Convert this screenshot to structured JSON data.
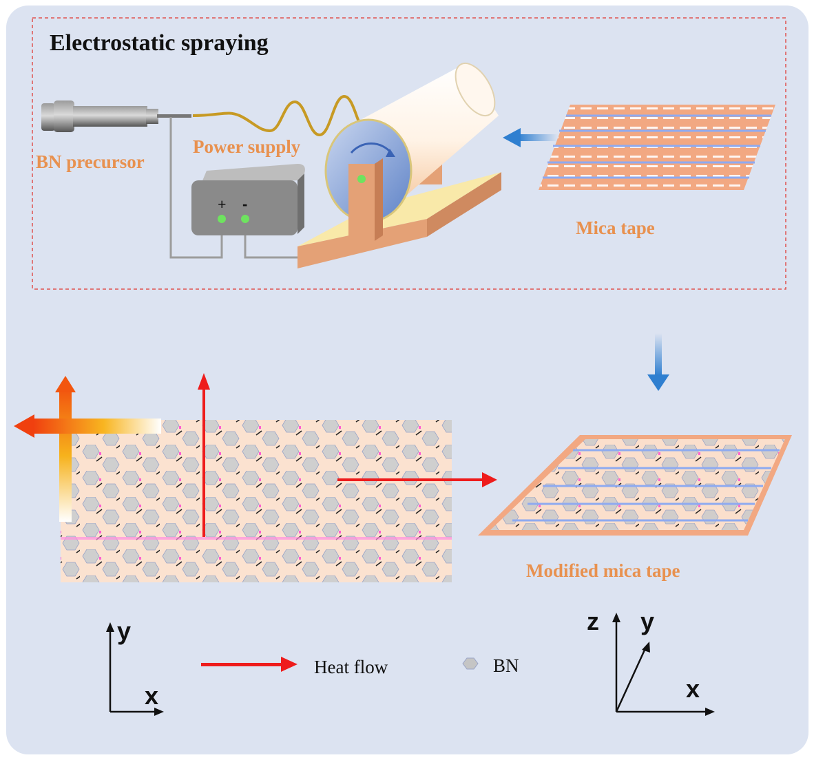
{
  "title": "Electrostatic spraying",
  "labels": {
    "bn_precursor": "BN precursor",
    "power_supply": "Power supply",
    "mica_tape": "Mica tape",
    "modified_mica_tape": "Modified mica tape"
  },
  "power_supply_terminals": {
    "plus": "+",
    "minus": "-"
  },
  "legend": {
    "heat_flow": "Heat flow",
    "bn": "BN"
  },
  "axes_2d": {
    "y": "y",
    "x": "x"
  },
  "axes_3d": {
    "z": "z",
    "y": "y",
    "x": "x"
  },
  "colors": {
    "background": "#dce3f1",
    "dashed_frame": "#e0524f",
    "label_orange": "#e8914f",
    "heat_flow_red": "#ee1c1c",
    "blue_arrow": "#2f7fd0",
    "bn_gray": "#cccccc",
    "tape_orange": "#f2a882",
    "tape_stripe": "#8eaaf0"
  }
}
